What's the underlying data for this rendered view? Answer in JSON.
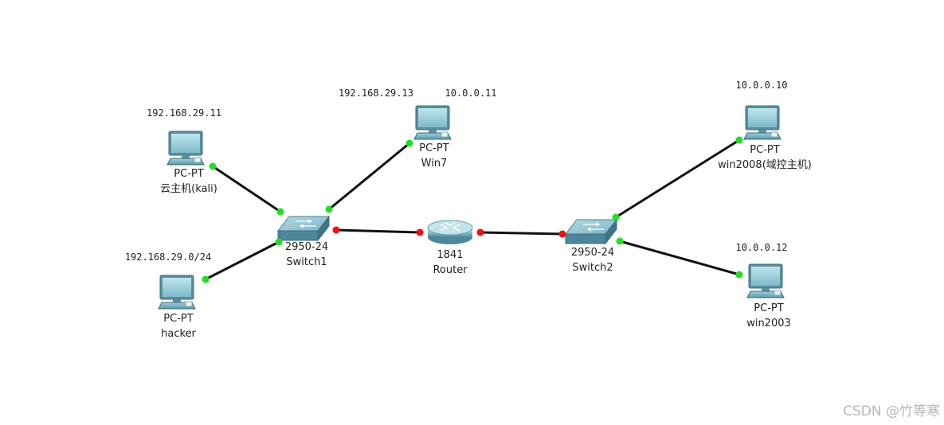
{
  "diagram": {
    "nodes": {
      "kali": {
        "ip": "192.168.29.11",
        "model": "PC-PT",
        "name": "云主机(kali)"
      },
      "hacker": {
        "ip": "192.168.29.0/24",
        "model": "PC-PT",
        "name": "hacker"
      },
      "win7": {
        "ip": "192.168.29.13",
        "ip2": "10.0.0.11",
        "model": "PC-PT",
        "name": "Win7"
      },
      "switch1": {
        "model": "2950-24",
        "name": "Switch1"
      },
      "router": {
        "model": "1841",
        "name": "Router"
      },
      "switch2": {
        "model": "2950-24",
        "name": "Switch2"
      },
      "win2008": {
        "ip": "10.0.0.10",
        "model": "PC-PT",
        "name": "win2008(域控主机)"
      },
      "win2003": {
        "ip": "10.0.0.12",
        "model": "PC-PT",
        "name": "win2003"
      }
    },
    "links": [
      {
        "from": "kali",
        "to": "switch1",
        "status": "up"
      },
      {
        "from": "hacker",
        "to": "switch1",
        "status": "up"
      },
      {
        "from": "win7",
        "to": "switch1",
        "status": "up"
      },
      {
        "from": "switch1",
        "to": "router",
        "status": "down"
      },
      {
        "from": "router",
        "to": "switch2",
        "status": "down"
      },
      {
        "from": "switch2",
        "to": "win2008",
        "status": "up"
      },
      {
        "from": "switch2",
        "to": "win2003",
        "status": "up"
      }
    ],
    "colors": {
      "link_up": "#22dd22",
      "link_down": "#ee1111",
      "cable": "#111111"
    }
  },
  "watermark": "CSDN @竹等寒"
}
